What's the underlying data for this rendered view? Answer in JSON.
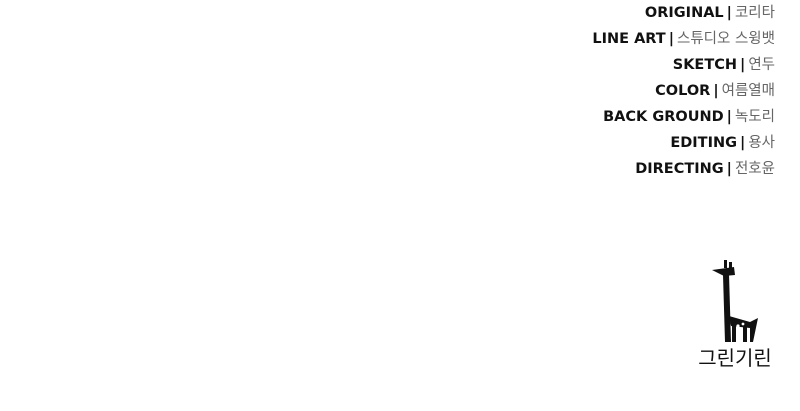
{
  "credits": [
    {
      "role": "ORIGINAL",
      "separator": "|",
      "name": "코리타"
    },
    {
      "role": "LINE ART",
      "separator": "|",
      "name": "스튜디오 스윙뱃"
    },
    {
      "role": "SKETCH",
      "separator": "|",
      "name": "연두"
    },
    {
      "role": "COLOR",
      "separator": "|",
      "name": "여름열매"
    },
    {
      "role": "BACK GROUND",
      "separator": "|",
      "name": "녹도리"
    },
    {
      "role": "EDITING",
      "separator": "|",
      "name": "용사"
    },
    {
      "role": "DIRECTING",
      "separator": "|",
      "name": "전호윤"
    }
  ],
  "logo": {
    "text": "그린기린",
    "icon": "giraffe-icon",
    "color": "#111111"
  }
}
